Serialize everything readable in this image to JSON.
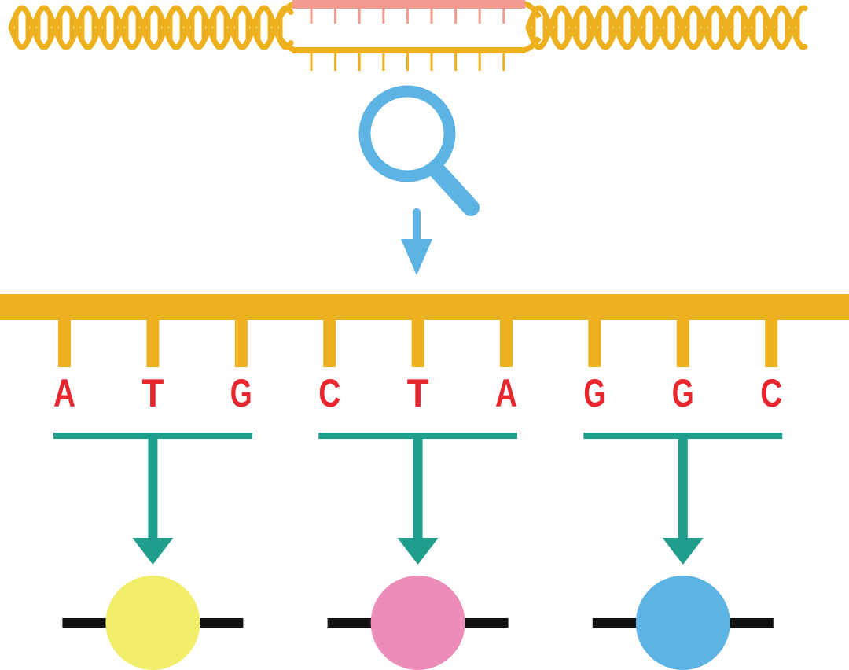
{
  "colors": {
    "background": "#ffffff",
    "dna": "#EDB01E",
    "highlight_strand": "#F29A8F",
    "magnifier": "#5CB3E4",
    "base_letters": "#E8262D",
    "codon_arrows": "#1F9E8C",
    "amino_chain": "#111111"
  },
  "icons": {
    "dna_helix": "dna-double-helix-icon",
    "magnifier": "magnifying-glass-icon",
    "down_arrow": "arrow-down-icon"
  },
  "sequence": {
    "bases": [
      "A",
      "T",
      "G",
      "C",
      "T",
      "A",
      "G",
      "G",
      "C"
    ]
  },
  "codons": [
    {
      "bases": [
        "A",
        "T",
        "G"
      ],
      "amino_acid_color": "#F0EE6B"
    },
    {
      "bases": [
        "C",
        "T",
        "A"
      ],
      "amino_acid_color": "#EC8CB9"
    },
    {
      "bases": [
        "G",
        "G",
        "C"
      ],
      "amino_acid_color": "#5CB3E4"
    }
  ]
}
